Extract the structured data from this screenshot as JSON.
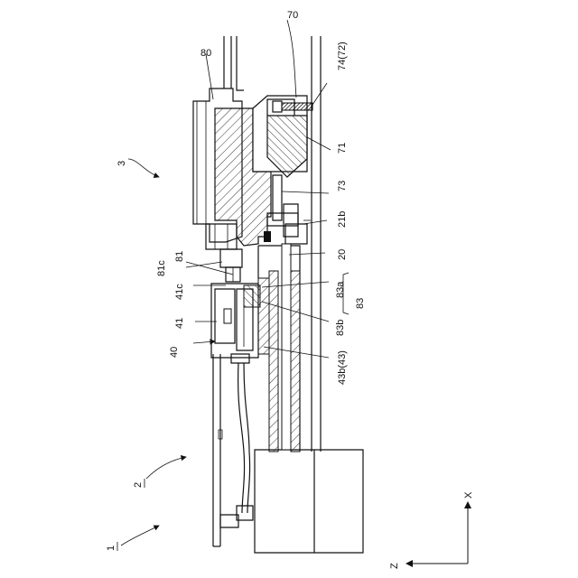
{
  "labels": {
    "l70": "70",
    "l80": "80",
    "l74_72": "74(72)",
    "l71": "71",
    "l3": "3",
    "l73": "73",
    "l21b": "21b",
    "l20": "20",
    "l81c": "81c",
    "l81": "81",
    "l41c": "41c",
    "l83a": "83a",
    "l83": "83",
    "l41": "41",
    "l83b": "83b",
    "l40": "40",
    "l43b_43": "43b(43)",
    "l2": "2",
    "l1": "1",
    "axis_x": "X",
    "axis_z": "Z"
  }
}
